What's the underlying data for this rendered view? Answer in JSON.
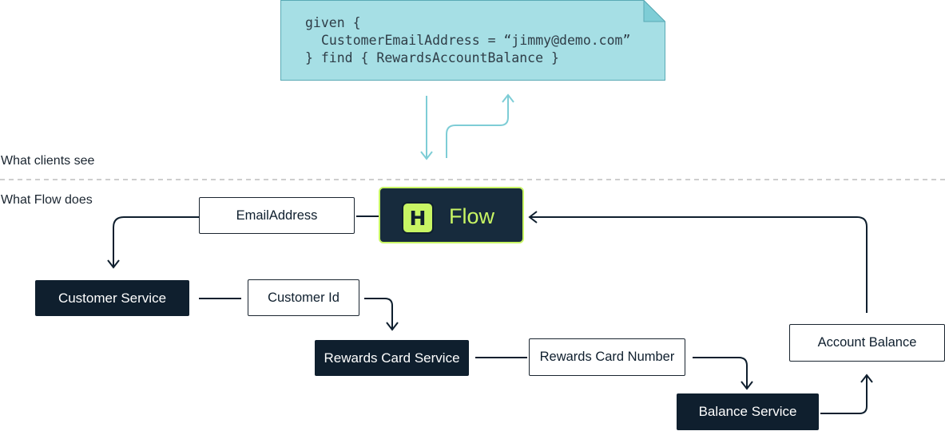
{
  "query": {
    "line1": "given {",
    "line2": "CustomerEmailAddress = “jimmy@demo.com”",
    "line3": "} find { RewardsAccountBalance }"
  },
  "labels": {
    "clients_see": "What clients see",
    "flow_does": "What Flow does"
  },
  "hub": {
    "logo_letter": "H",
    "name": "Flow"
  },
  "data_types": {
    "email": "EmailAddress",
    "customer_id": "Customer Id",
    "rewards_card_number": "Rewards Card Number",
    "account_balance": "Account Balance"
  },
  "services": {
    "customer": "Customer Service",
    "rewards_card": "Rewards Card Service",
    "balance": "Balance Service"
  },
  "colors": {
    "note_fill": "#a6dfe5",
    "note_stroke": "#5aaab5",
    "accent_arrow": "#7ecdd6",
    "navy": "#0f1f2e",
    "hub_bg": "#172b3d",
    "lime": "#c8f564",
    "divider": "#b0b0b0"
  }
}
